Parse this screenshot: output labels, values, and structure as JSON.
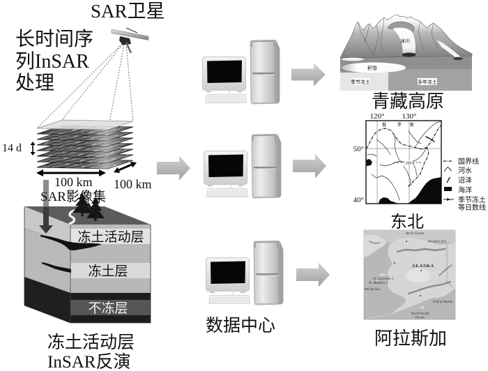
{
  "colors": {
    "background": "#ffffff",
    "text": "#111111",
    "flow_arrow_light": "#d3d3d3",
    "flow_arrow_dark": "#a0a0a0",
    "map_sea": "#0a0a0a"
  },
  "satellite": {
    "label": "SAR卫星",
    "icon": "satellite-icon"
  },
  "processing": {
    "lines": [
      "长时间序",
      "列InSAR",
      "处理"
    ]
  },
  "image_stack": {
    "revisit_interval": "14 d",
    "width_label": "100 km",
    "length_label": "100 km",
    "caption": "SAR影像集"
  },
  "soil_profile": {
    "layers": [
      {
        "label": "冻土活动层",
        "color": "#e3e3e3"
      },
      {
        "label": "冻土层",
        "color": "#dadada"
      },
      {
        "label": "不冻层",
        "color": "#555555"
      }
    ],
    "caption": [
      "冻土活动层",
      "InSAR反演"
    ]
  },
  "data_center": {
    "label": "数据中心",
    "icon": "computer-workstation-icon"
  },
  "arrows": [
    {
      "from": "image_stack",
      "to": "data_center"
    },
    {
      "from": "data_center",
      "to": "qinghai_tibet"
    },
    {
      "from": "data_center",
      "to": "northeast"
    },
    {
      "from": "data_center",
      "to": "alaska"
    }
  ],
  "regions": {
    "qinghai_tibet": {
      "name": "青藏高原",
      "labels": {
        "glacier": "冰川",
        "snow": "积雪",
        "seasonal_frozen_ground": "季节冻土",
        "permafrost": "多年冻土"
      }
    },
    "northeast": {
      "name": "东北",
      "lon_ticks": [
        "120°",
        "130°"
      ],
      "lat_ticks": [
        "50°",
        "40°"
      ],
      "place_labels": [
        "俄",
        "罗",
        "斯"
      ],
      "isoline_value": "200",
      "legend": [
        {
          "symbol": "border-line",
          "lines": [
            "国界线"
          ]
        },
        {
          "symbol": "river",
          "lines": [
            "河水"
          ]
        },
        {
          "symbol": "marsh",
          "lines": [
            "沼泽"
          ]
        },
        {
          "symbol": "ocean",
          "lines": [
            "海洋"
          ]
        },
        {
          "symbol": "isoline",
          "lines": [
            "季节冻土",
            "等日数线"
          ]
        }
      ]
    },
    "alaska": {
      "name": "阿拉斯加",
      "map_labels": [
        "Arctic Ocean",
        "Beaufort Sea",
        "ALASKA",
        "St. Lawrence I.",
        "St. Matthew I.",
        "Bering Sea",
        "Gulf of Alaska",
        "North Pacific",
        "Ocean"
      ]
    }
  }
}
